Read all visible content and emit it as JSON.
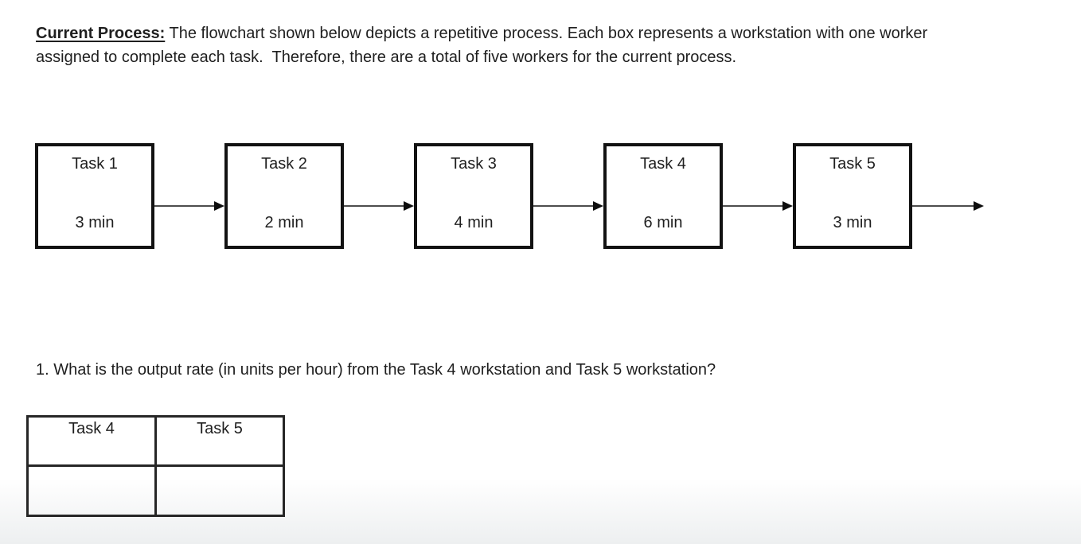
{
  "intro": {
    "label": "Current Process:",
    "text": "The flowchart shown below depicts a repetitive process. Each box represents a workstation with one worker assigned to complete each task.  Therefore, there are a total of five workers for the current process."
  },
  "flowchart": {
    "tasks": [
      {
        "name": "Task 1",
        "time": "3 min"
      },
      {
        "name": "Task 2",
        "time": "2 min"
      },
      {
        "name": "Task 3",
        "time": "4 min"
      },
      {
        "name": "Task 4",
        "time": "6 min"
      },
      {
        "name": "Task 5",
        "time": "3 min"
      }
    ]
  },
  "question": {
    "text": "1. What is the output rate (in units per hour) from the Task 4 workstation and Task 5 workstation?"
  },
  "answer_table": {
    "headers": [
      "Task 4",
      "Task 5"
    ],
    "rows": [
      [
        "",
        ""
      ]
    ]
  },
  "colors": {
    "text": "#1f1f1f",
    "box_border": "#121212",
    "arrow_line": "#4d4d4d",
    "arrow_head": "#0e0e0e",
    "table_border": "#262626"
  }
}
